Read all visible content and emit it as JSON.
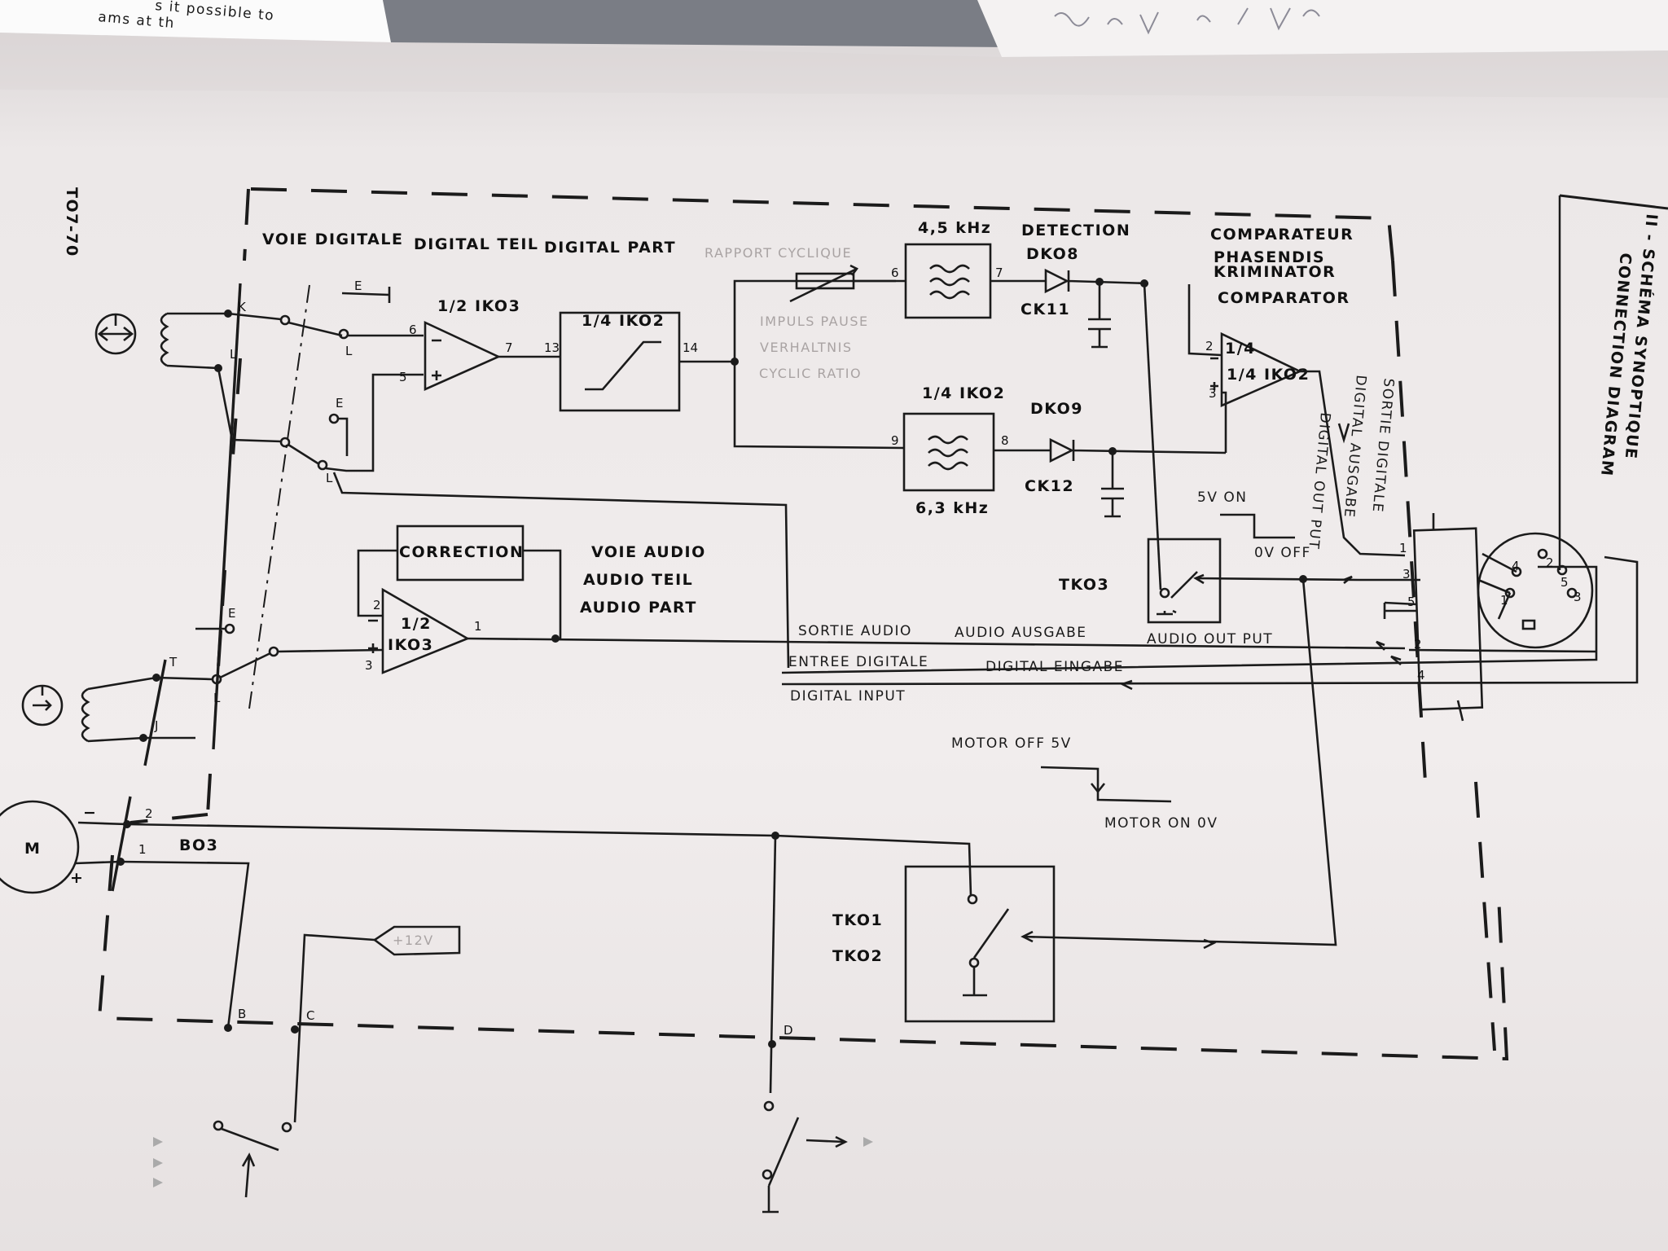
{
  "page_label": "TO7-70",
  "side_title": [
    "II - SCHÉMA SYNOPTIQUE",
    "CONNECTION DIAGRAM"
  ],
  "top_scrap_text": [
    "s it possible to",
    "ams at th"
  ],
  "digital_section": {
    "fr": "VOIE DIGITALE",
    "de": "DIGITAL TEIL",
    "en": "DIGITAL PART"
  },
  "audio_section": {
    "fr": "VOIE AUDIO",
    "de": "AUDIO TEIL",
    "en": "AUDIO PART"
  },
  "cyclic_ratio": {
    "fr": "RAPPORT CYCLIQUE",
    "de1": "IMPULS PAUSE",
    "de2": "VERHALTNIS",
    "en": "CYCLIC RATIO"
  },
  "filters": {
    "f1_freq": "4,5 kHz",
    "f2_freq": "6,3 kHz",
    "f2_chip": "1/4 IKO2"
  },
  "detection": {
    "title": "DETECTION",
    "d1": "DKO8",
    "c1": "CK11",
    "d2": "DKO9",
    "c2": "CK12"
  },
  "comparator": {
    "fr": "COMPARATEUR",
    "de1": "PHASENDIS",
    "de2": "KRIMINATOR",
    "en": "COMPARATOR",
    "chip": "1/4 IKO2"
  },
  "chips": {
    "opamp_digital": "1/2 IKO3",
    "shaper": "1/4 IKO2",
    "opamp_audio_a": "1/2",
    "opamp_audio_b": "IKO3",
    "correction": "CORRECTION"
  },
  "switch_labels": {
    "tk03": "TKO3",
    "tk01": "TKO1",
    "tk02": "TKO2"
  },
  "levels": {
    "on5v": "5V ON",
    "off0v": "0V OFF",
    "motor_off": "MOTOR  OFF 5V",
    "motor_on": "MOTOR  ON  0V",
    "supply": "+12V"
  },
  "signals": {
    "audio_out_fr": "SORTIE AUDIO",
    "audio_out_de": "AUDIO AUSGABE",
    "audio_out_en": "AUDIO OUT PUT",
    "dig_in_fr": "ENTREE DIGITALE",
    "dig_in_de": "DIGITAL EINGABE",
    "dig_in_en": "DIGITAL INPUT",
    "dig_out_fr": "SORTIE DIGITALE",
    "dig_out_de": "DIGITAL AUSGABE",
    "dig_out_en": "DIGITAL OUT PUT"
  },
  "nodes": {
    "k": "K",
    "l": "L",
    "e": "E",
    "t": "T",
    "j": "J",
    "b": "B",
    "c": "C",
    "d": "D",
    "motor": "M",
    "b03": "BO3",
    "minus": "−",
    "plus": "+"
  },
  "pins": {
    "p6": "6",
    "p5": "5",
    "p7": "7",
    "p13": "13",
    "p14": "14",
    "f6": "6",
    "f7": "7",
    "f9": "9",
    "f8": "8",
    "c2": "2",
    "c3": "3",
    "a2": "2",
    "a3": "3",
    "a1": "1",
    "m2": "2",
    "m1": "1",
    "k1": "1",
    "k3": "3",
    "k5": "5",
    "k2": "2",
    "k4": "4",
    "din4": "4",
    "din2": "2",
    "din5": "5",
    "din1": "1",
    "din3": "3"
  }
}
